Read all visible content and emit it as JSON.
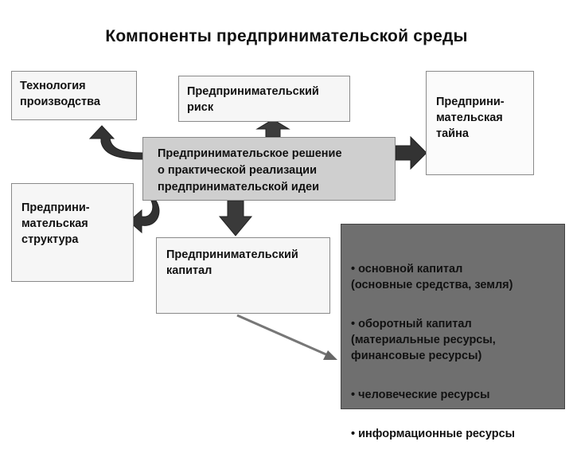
{
  "title": "Компоненты предпринимательской среды",
  "boxes": {
    "tech": "Технология\nпроизводства",
    "risk": "Предпринимательский\nриск",
    "secret": "Предприни-\nмательская\nтайна",
    "structure": "Предприни-\nмательская\nструктура",
    "decision": "Предпринимательское решение\nо практической реализации\nпредпринимательской идеи",
    "capital": "Предпринимательский\nкапитал"
  },
  "resources": [
    "• основной капитал\n(основные средства, земля)",
    "• оборотный капитал\n(материальные ресурсы,\nфинансовые ресурсы)",
    "• человеческие ресурсы",
    "•  информационные ресурсы"
  ]
}
